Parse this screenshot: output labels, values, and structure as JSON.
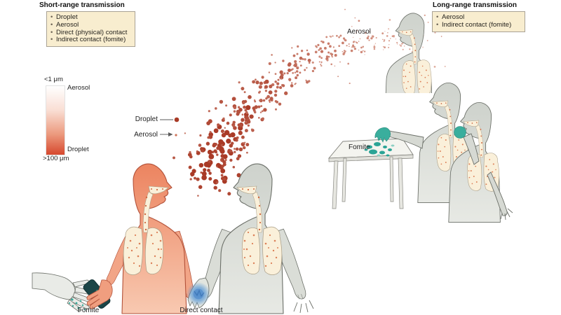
{
  "figure": {
    "panels": {
      "short_range": {
        "title": "Short-range transmission",
        "items": [
          "Droplet",
          "Aerosol",
          "Direct (physical) contact",
          "Indirect contact (fomite)"
        ]
      },
      "long_range": {
        "title": "Long-range transmission",
        "items": [
          "Aerosol",
          "Indirect contact (fomite)"
        ]
      }
    },
    "size_scale": {
      "top_value": "<1 μm",
      "top_label": "Aerosol",
      "bottom_label": "Droplet",
      "bottom_value": ">100 μm"
    },
    "cloud_callouts": {
      "droplet": "Droplet",
      "aerosol": "Aerosol"
    },
    "scene_labels": {
      "aerosol_top_right": "Aerosol",
      "fomite_table": "Fomite",
      "fomite_object": "Fomite",
      "direct_contact": "Direct contact"
    },
    "colors": {
      "box_bg": "#f8edcf",
      "box_border": "#a9a295",
      "droplet_dark": "#a93a26",
      "droplet_light": "#e7bcae",
      "infected_skin": "#ee8a67",
      "susceptible_grey": "#d3d7d1",
      "respiratory_cream": "#faf0da",
      "fomite_teal": "#2fae9b",
      "contact_blue": "#5d9ad6",
      "scale_top": "#ffffff",
      "scale_bottom": "#d6482e"
    }
  }
}
